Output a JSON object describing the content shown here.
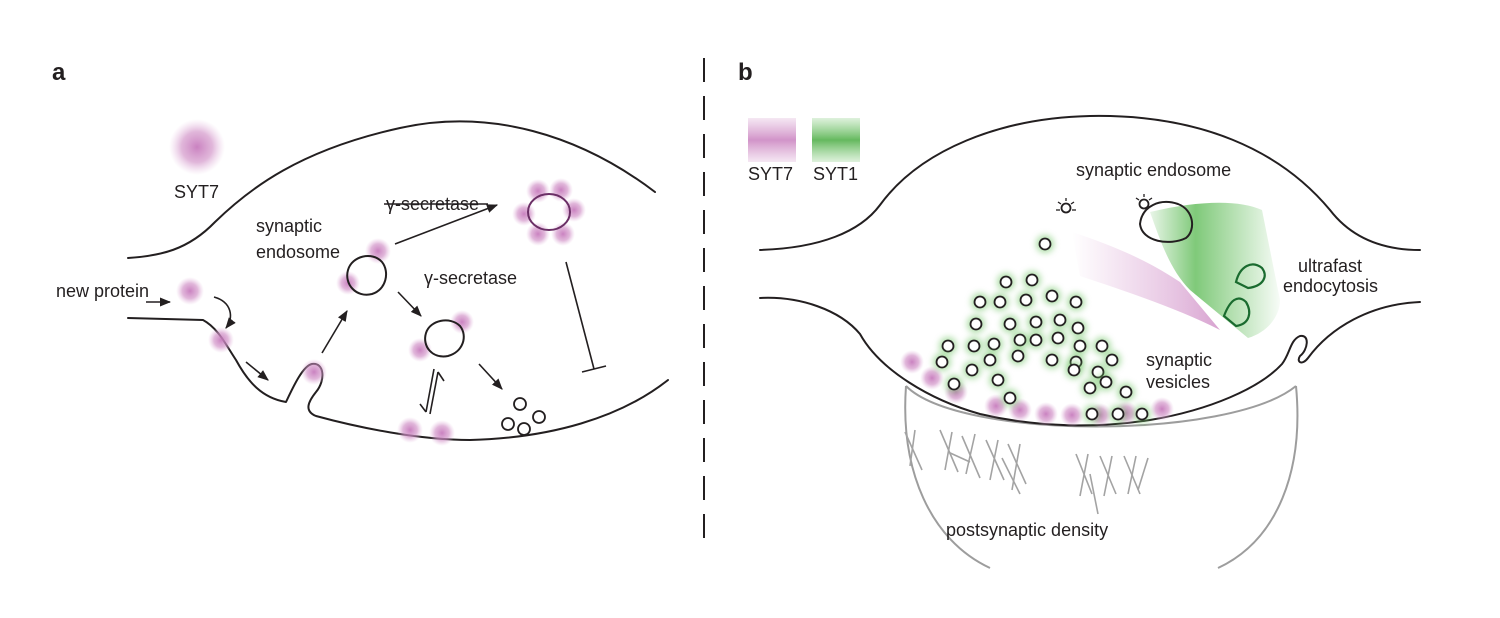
{
  "panels": {
    "a": "a",
    "b": "b"
  },
  "panel_a": {
    "legend_syt7": "SYT7",
    "new_protein": "new protein",
    "synaptic_endosome_line1": "synaptic",
    "synaptic_endosome_line2": "endosome",
    "gamma_secretase_crossed": "γ-secretase",
    "gamma_secretase": "γ-secretase"
  },
  "panel_b": {
    "legend_syt7": "SYT7",
    "legend_syt1": "SYT1",
    "synaptic_endosome": "synaptic endosome",
    "ultrafast_line1": "ultrafast",
    "ultrafast_line2": "endocytosis",
    "vesicles_line1": "synaptic",
    "vesicles_line2": "vesicles",
    "postsynaptic_density": "postsynaptic density"
  },
  "colors": {
    "syt7": "#c77bbd",
    "syt1": "#4fb048",
    "outline": "#231f20",
    "postsynaptic": "#9d9d9d"
  }
}
